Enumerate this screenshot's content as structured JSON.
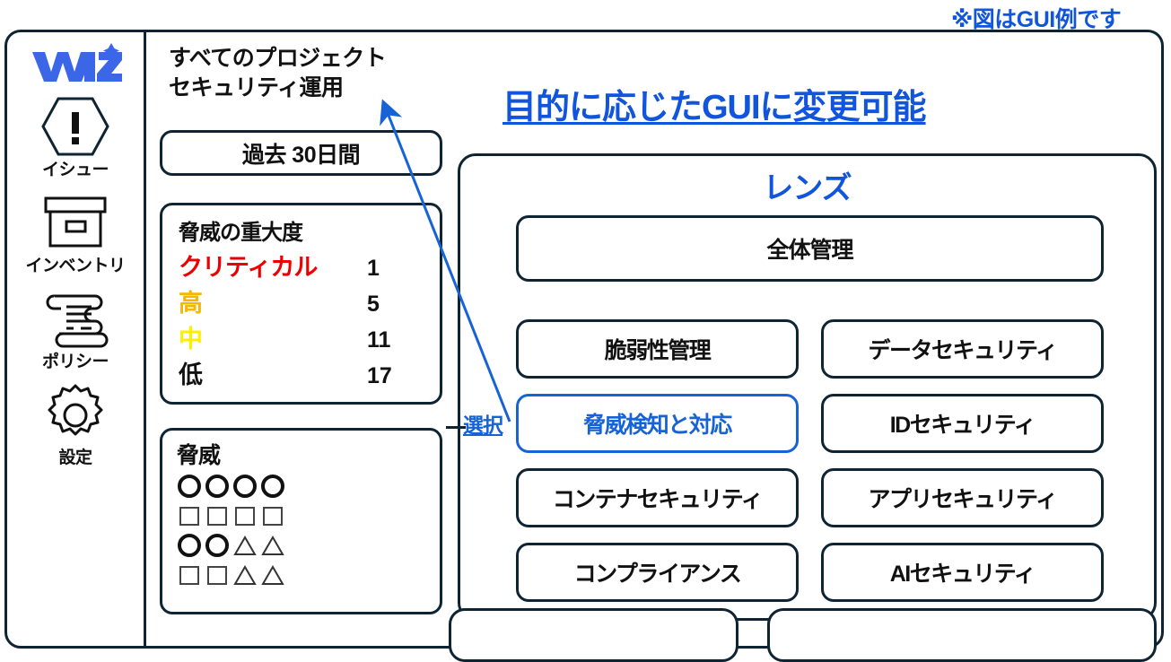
{
  "annotation": {
    "top_right_note": "※図はGUI例です",
    "blue_heading": "目的に応じたGUIに変更可能",
    "select_label": "選択"
  },
  "sidebar": {
    "logo_text": "WIZ",
    "items": [
      {
        "label": "イシュー",
        "icon": "alert-hexagon-icon"
      },
      {
        "label": "インベントリ",
        "icon": "box-icon"
      },
      {
        "label": "ポリシー",
        "icon": "scroll-icon"
      },
      {
        "label": "設定",
        "icon": "gear-icon"
      }
    ]
  },
  "main": {
    "project_scope": "すべてのプロジェクト",
    "section_title": "セキュリティ運用",
    "period_filter": "過去 30日間",
    "severity": {
      "title": "脅威の重大度",
      "rows": [
        {
          "label": "クリティカル",
          "value": "1",
          "color": "#ee0000"
        },
        {
          "label": "高",
          "value": "5",
          "color": "#f5b800"
        },
        {
          "label": "中",
          "value": "11",
          "color": "#ffee00"
        },
        {
          "label": "低",
          "value": "17",
          "color": "#111111"
        }
      ]
    },
    "threats": {
      "title": "脅威",
      "rows": [
        [
          "circle",
          "circle",
          "circle",
          "circle"
        ],
        [
          "square",
          "square",
          "square",
          "square"
        ],
        [
          "circle",
          "circle",
          "triangle",
          "triangle"
        ],
        [
          "square",
          "square",
          "triangle",
          "triangle"
        ]
      ]
    }
  },
  "lens": {
    "title": "レンズ",
    "wide_button": "全体管理",
    "buttons": [
      {
        "label": "脆弱性管理",
        "selected": false
      },
      {
        "label": "データセキュリティ",
        "selected": false
      },
      {
        "label": "脅威検知と対応",
        "selected": true
      },
      {
        "label": "IDセキュリティ",
        "selected": false
      },
      {
        "label": "コンテナセキュリティ",
        "selected": false
      },
      {
        "label": "アプリセキュリティ",
        "selected": false
      },
      {
        "label": "コンプライアンス",
        "selected": false
      },
      {
        "label": "AIセキュリティ",
        "selected": false
      }
    ]
  },
  "colors": {
    "brand_blue": "#3b66e8",
    "accent_blue": "#1155dd",
    "select_blue": "#1763d6",
    "frame": "#0e2433"
  }
}
